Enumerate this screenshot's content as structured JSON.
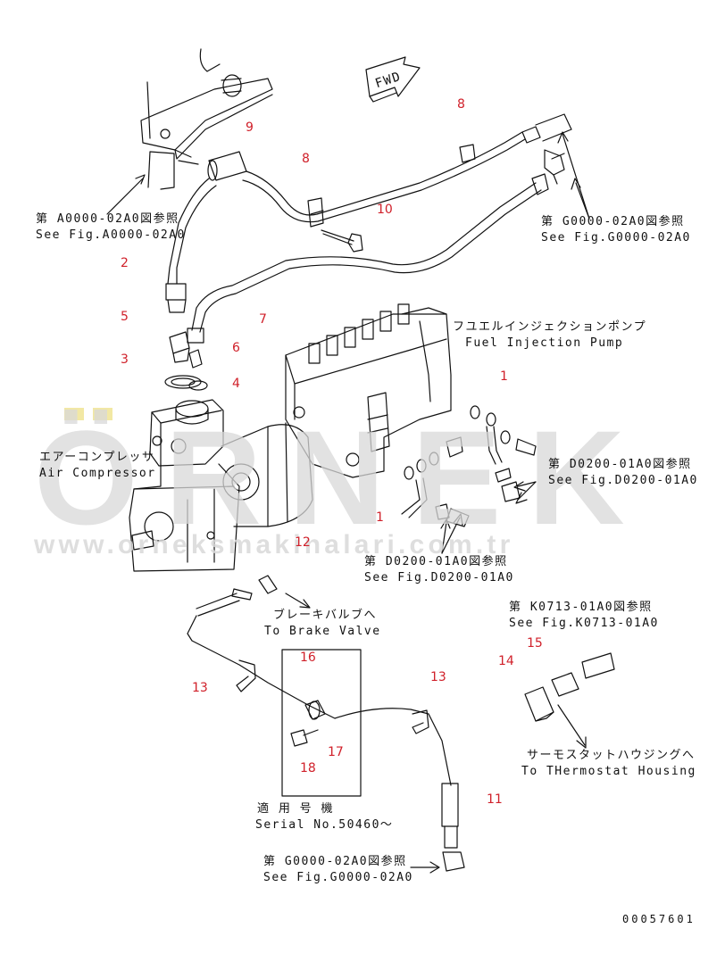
{
  "watermark": {
    "brand": "ÖRNEK",
    "url": "www.orneksmakinalari.com.tr"
  },
  "fwd_label": "FWD",
  "part_numbers": [
    "1",
    "1",
    "2",
    "3",
    "4",
    "5",
    "6",
    "7",
    "8",
    "8",
    "9",
    "10",
    "11",
    "12",
    "13",
    "13",
    "14",
    "15",
    "16",
    "17",
    "18"
  ],
  "references": {
    "a0000": {
      "jp": "第 A0000-02A0図参照",
      "en": "See Fig.A0000-02A0"
    },
    "g0000_top": {
      "jp": "第 G0000-02A0図参照",
      "en": "See Fig.G0000-02A0"
    },
    "d0200_right": {
      "jp": "第 D0200-01A0図参照",
      "en": "See Fig.D0200-01A0"
    },
    "d0200_mid": {
      "jp": "第 D0200-01A0図参照",
      "en": "See Fig.D0200-01A0"
    },
    "k0713": {
      "jp": "第 K0713-01A0図参照",
      "en": "See Fig.K0713-01A0"
    },
    "g0000_bottom": {
      "jp": "第 G0000-02A0図参照",
      "en": "See Fig.G0000-02A0"
    }
  },
  "components": {
    "fuel_pump": {
      "jp": "フユエルインジェクションポンプ",
      "en": "Fuel Injection Pump"
    },
    "air_compressor": {
      "jp": "エアーコンプレッサ",
      "en": "Air Compressor"
    },
    "brake_valve": {
      "jp": "ブレーキバルブへ",
      "en": "To Brake Valve"
    },
    "thermostat": {
      "jp": "サーモスタットハウジングへ",
      "en": "To THermostat Housing"
    },
    "serial": {
      "jp": "適 用 号 機",
      "en": "Serial No.50460～"
    }
  },
  "drawing_number": "00057601"
}
